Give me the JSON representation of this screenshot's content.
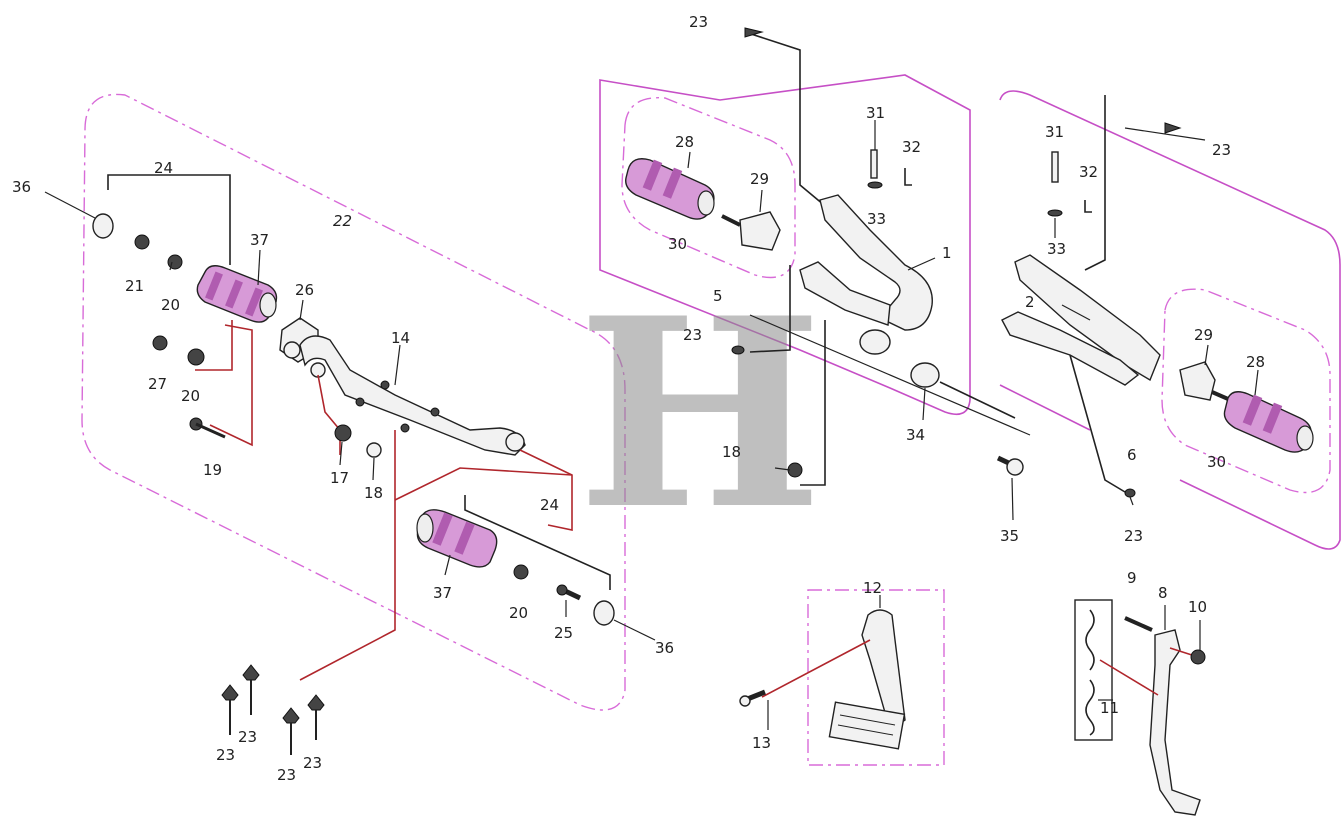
{
  "watermark": "H",
  "labels": {
    "l1": "1",
    "l2": "2",
    "l5": "5",
    "l6": "6",
    "l8": "8",
    "l9": "9",
    "l10": "10",
    "l11": "11",
    "l12": "12",
    "l13": "13",
    "l14": "14",
    "l17": "17",
    "l18a": "18",
    "l18b": "18",
    "l19": "19",
    "l20a": "20",
    "l20b": "20",
    "l20c": "20",
    "l21": "21",
    "l22": "22",
    "l23a": "23",
    "l23b": "23",
    "l23c": "23",
    "l23d": "23",
    "l23e": "23",
    "l23f": "23",
    "l23g": "23",
    "l23h": "23",
    "l23i": "23",
    "l24a": "24",
    "l24b": "24",
    "l25": "25",
    "l26": "26",
    "l27": "27",
    "l28a": "28",
    "l28b": "28",
    "l29a": "29",
    "l29b": "29",
    "l30a": "30",
    "l30b": "30",
    "l31a": "31",
    "l31b": "31",
    "l32a": "32",
    "l32b": "32",
    "l33a": "33",
    "l33b": "33",
    "l34": "34",
    "l35": "35",
    "l36a": "36",
    "l36b": "36",
    "l37a": "37",
    "l37b": "37"
  },
  "colors": {
    "group_outline": "#d86bd8",
    "leader_red": "#b0262c",
    "grip": "#d79ad7",
    "watermark": "#8c8c8c"
  }
}
